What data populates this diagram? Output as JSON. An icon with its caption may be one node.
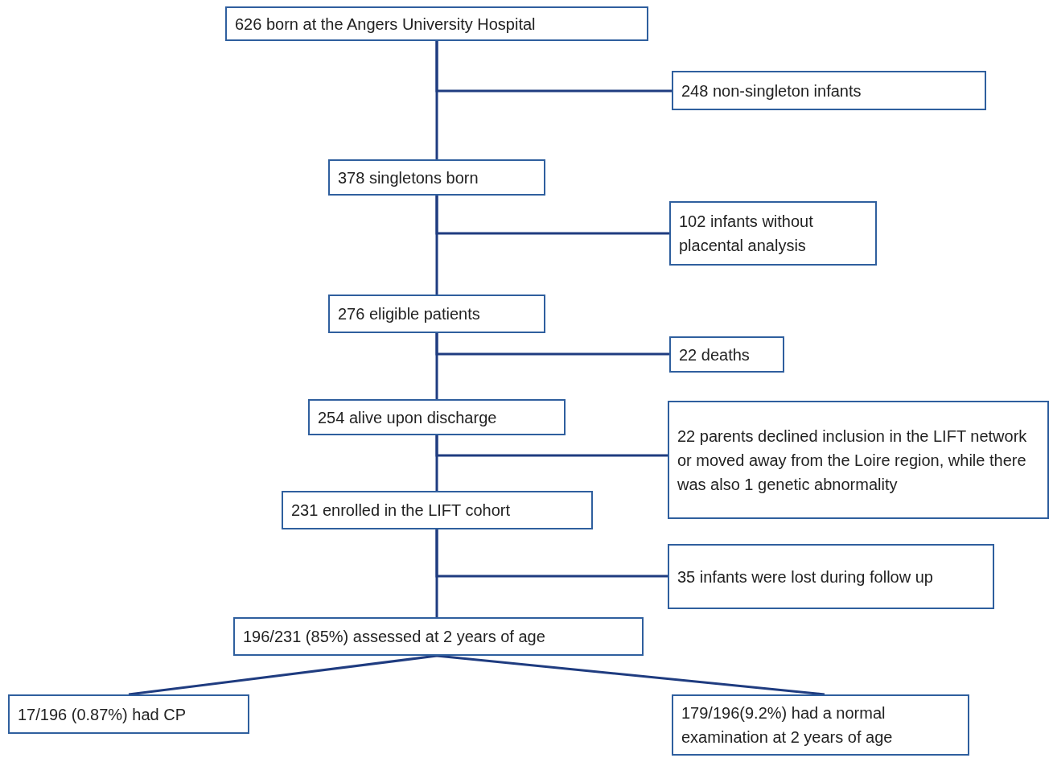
{
  "diagram": {
    "nodes": [
      {
        "text": [
          "626 born at the Angers University Hospital"
        ]
      },
      {
        "text": [
          "248 non-singleton infants"
        ]
      },
      {
        "text": [
          "378 singletons born"
        ]
      },
      {
        "text": [
          "102 infants without placental analysis"
        ]
      },
      {
        "text": [
          "276 eligible patients"
        ]
      },
      {
        "text": [
          "22 deaths"
        ]
      },
      {
        "text": [
          "254 alive upon discharge"
        ]
      },
      {
        "text": [
          "22 parents declined inclusion in  the LIFT network or moved away from the Loire region, while there was also 1 genetic abnormality"
        ]
      },
      {
        "text": [
          "231 enrolled in the LIFT cohort"
        ]
      },
      {
        "text": [
          "35 infants were lost during follow up"
        ]
      },
      {
        "text": [
          "196/231 (85%) assessed at 2 years of age"
        ]
      },
      {
        "text": [
          "17/196 (0.87%) had CP"
        ]
      },
      {
        "text": [
          "179/196(9.2%) had a normal examination at 2 years of age"
        ]
      }
    ],
    "edges": [
      {
        "from": 0,
        "to": 2,
        "arrow": "none"
      },
      {
        "from": 0,
        "to": 1,
        "arrow": "none"
      },
      {
        "from": 2,
        "to": 4,
        "arrow": "none"
      },
      {
        "from": 2,
        "to": 3,
        "arrow": "none"
      },
      {
        "from": 4,
        "to": 6,
        "arrow": "none"
      },
      {
        "from": 4,
        "to": 5,
        "arrow": "none"
      },
      {
        "from": 6,
        "to": 8,
        "arrow": "none"
      },
      {
        "from": 6,
        "to": 7,
        "arrow": "none"
      },
      {
        "from": 8,
        "to": 10,
        "arrow": "none"
      },
      {
        "from": 8,
        "to": 9,
        "arrow": "none"
      },
      {
        "from": 10,
        "to": 11,
        "arrow": "none"
      },
      {
        "from": 10,
        "to": 12,
        "arrow": "none"
      }
    ]
  }
}
